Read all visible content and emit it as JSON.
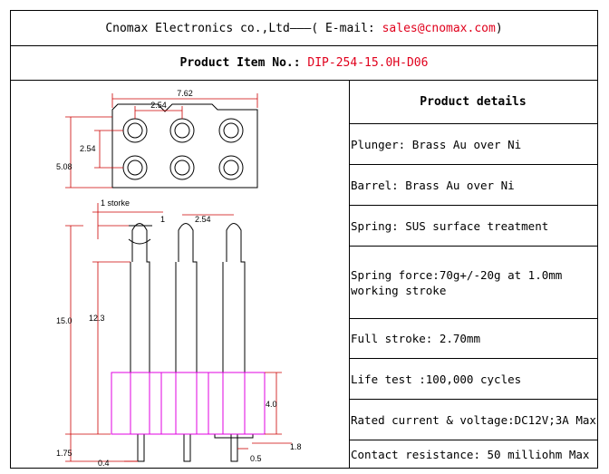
{
  "header": {
    "company": "Cnomax Electronics co.,Ltd",
    "dash": "———",
    "email_prefix": "( E-mail: ",
    "email": "sales@cnomax.com",
    "email_suffix": ")",
    "product_item_label": "Product Item No.: ",
    "product_item_value": "DIP-254-15.0H-D06"
  },
  "drawing": {
    "dim_top_width": "7.62",
    "dim_top_pitch": "2.54",
    "dim_side_pitch": "2.54",
    "dim_side_height": "5.08",
    "stroke_label": "1 storke",
    "stroke_value": "1",
    "pitch_front": "2.54",
    "total_height": "15.0",
    "body_height": "12.3",
    "sleeve_height": "4.0",
    "tail_length": "1.75",
    "tip_dia": "0.4",
    "pin_dia": "0.5",
    "barrel_dia": "1.8",
    "colors": {
      "line": "#000000",
      "sleeve": "#e000e0",
      "dim_red": "#cc0000"
    }
  },
  "details": {
    "title": "Product details",
    "rows": [
      "Plunger: Brass Au over Ni",
      "Barrel: Brass Au over Ni",
      "Spring: SUS surface treatment",
      "Spring force:70g+/-20g at 1.0mm working stroke",
      "Full stroke: 2.70mm",
      "Life test :100,000 cycles",
      "Rated current & voltage:DC12V;3A Max",
      "Contact resistance: 50 milliohm Max"
    ]
  }
}
